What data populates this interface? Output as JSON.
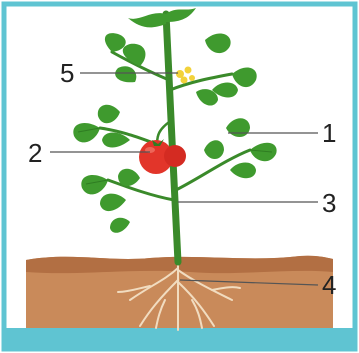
{
  "diagram": {
    "callouts": [
      {
        "number": "1",
        "target": "leaf"
      },
      {
        "number": "2",
        "target": "fruit"
      },
      {
        "number": "3",
        "target": "stem"
      },
      {
        "number": "4",
        "target": "root"
      },
      {
        "number": "5",
        "target": "flower"
      }
    ],
    "colors": {
      "frame": "#5fc4d2",
      "soil": "#c98a5a",
      "soil_top": "#b26f43",
      "leaf": "#3f9a2e",
      "leaf_dark": "#2f7d22",
      "stem": "#3a8a2a",
      "fruit": "#e2352a",
      "flower": "#f2d23a",
      "root": "#f1dcc0"
    }
  }
}
